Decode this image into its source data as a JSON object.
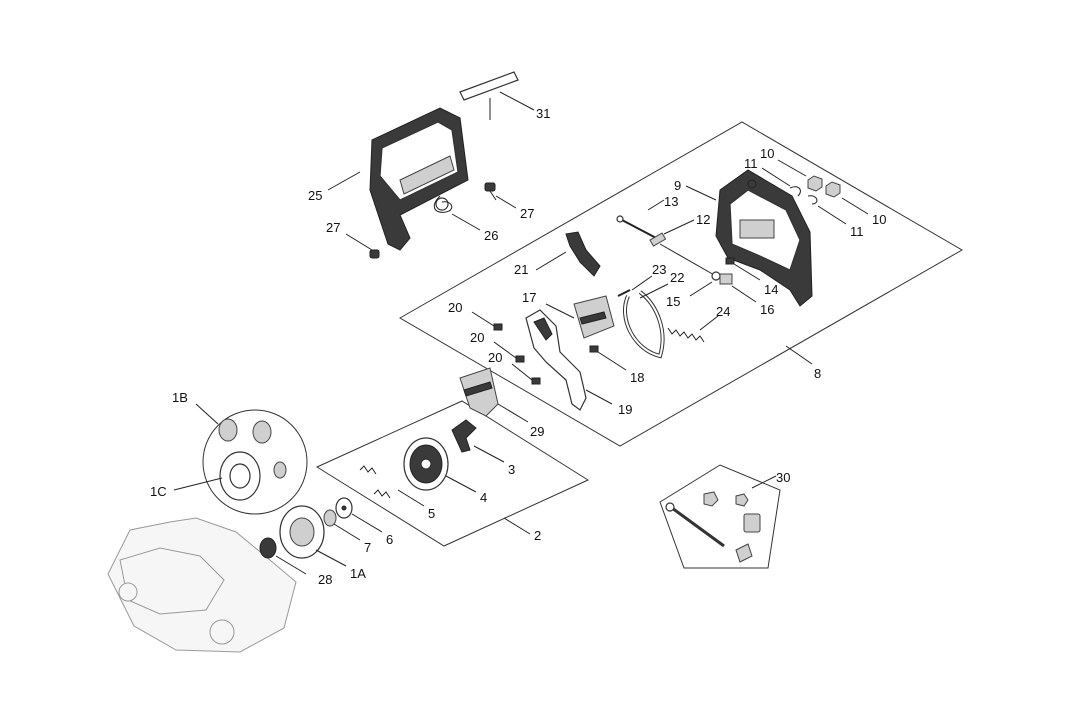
{
  "callouts": {
    "c31": "31",
    "c25": "25",
    "c27a": "27",
    "c27b": "27",
    "c26": "26",
    "c9": "9",
    "c10a": "10",
    "c10b": "10",
    "c11a": "11",
    "c11b": "11",
    "c13": "13",
    "c12": "12",
    "c21": "21",
    "c23": "23",
    "c22": "22",
    "c15": "15",
    "c14": "14",
    "c16": "16",
    "c17": "17",
    "c24": "24",
    "c20a": "20",
    "c20b": "20",
    "c20c": "20",
    "c18": "18",
    "c19": "19",
    "c8": "8",
    "c29": "29",
    "c1B": "1B",
    "c1C": "1C",
    "c3": "3",
    "c4": "4",
    "c5": "5",
    "c6": "6",
    "c7": "7",
    "c2": "2",
    "c28": "28",
    "c1A": "1A",
    "c30": "30"
  }
}
